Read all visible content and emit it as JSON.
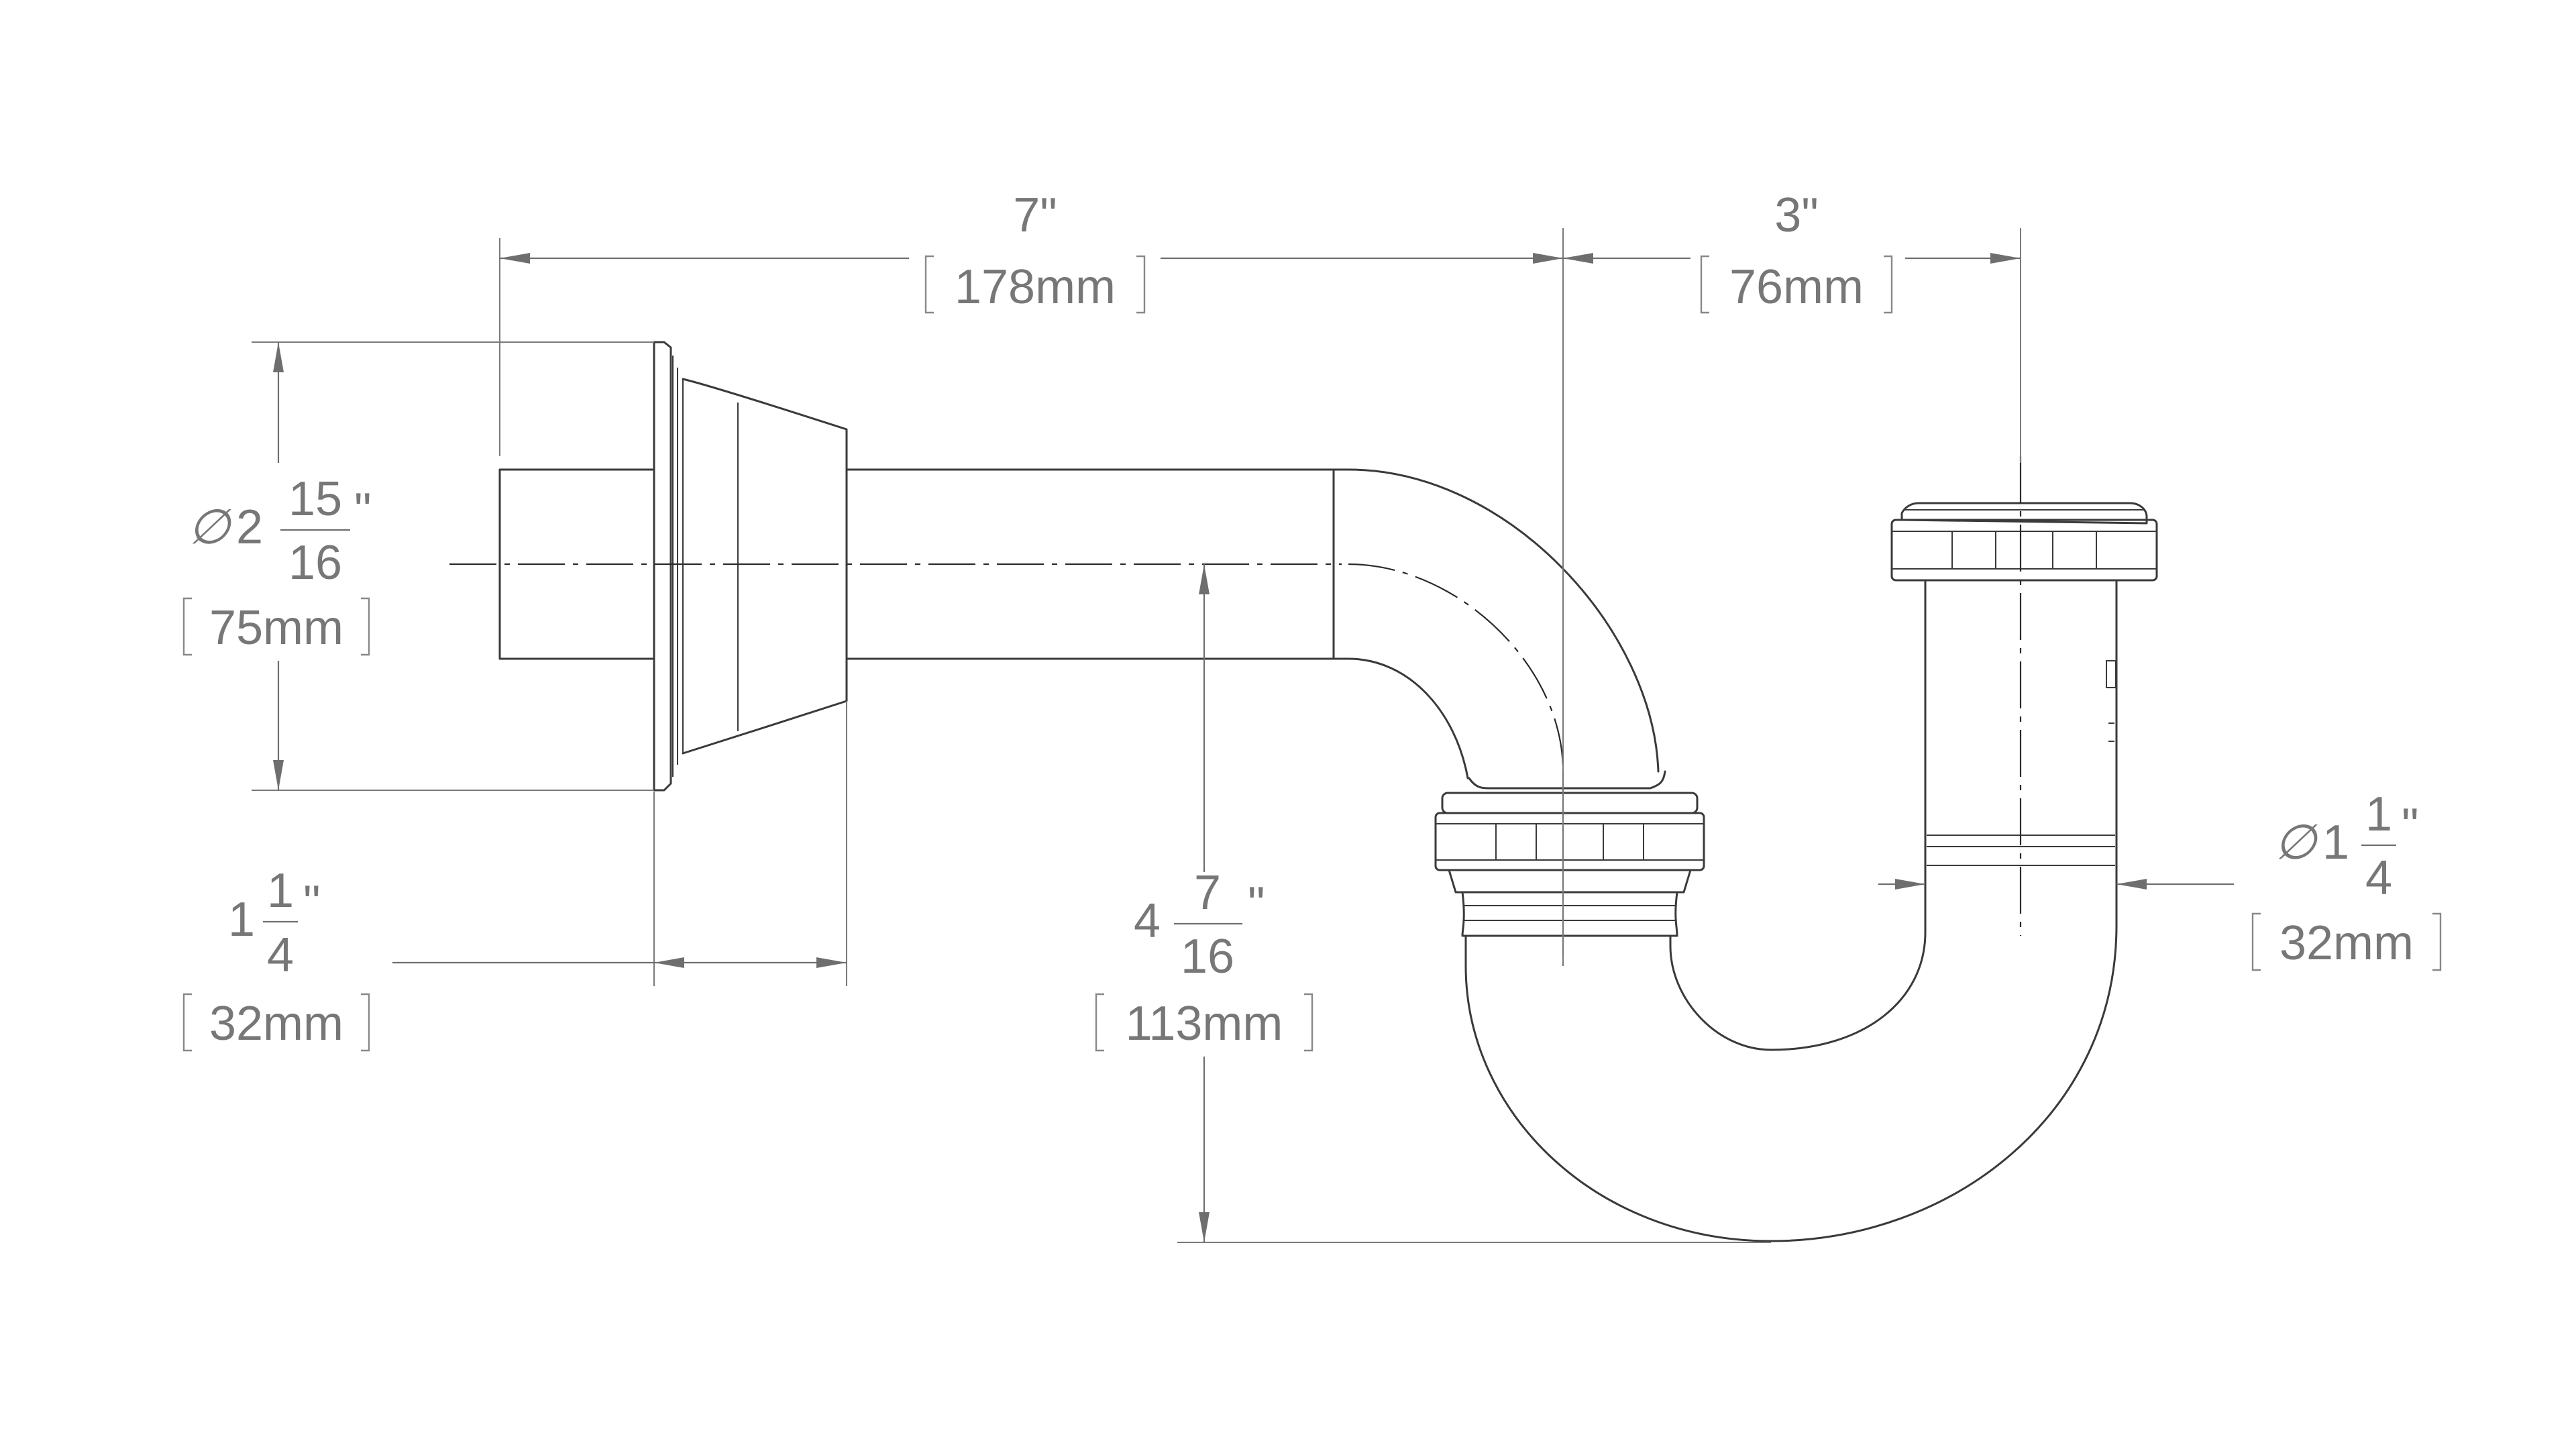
{
  "dimensions": {
    "top_left": {
      "inches": "7\"",
      "mm": "178mm"
    },
    "top_right": {
      "inches": "3\"",
      "mm": "76mm"
    },
    "flange_diameter": {
      "symbol": "∅",
      "whole": "2",
      "numerator": "15",
      "denominator": "16",
      "unit": "\"",
      "mm": "75mm"
    },
    "flange_depth": {
      "whole": "1",
      "numerator": "1",
      "denominator": "4",
      "unit": "\"",
      "mm": "32mm"
    },
    "drop_height": {
      "whole": "4",
      "numerator": "7",
      "denominator": "16",
      "unit": "\"",
      "mm": "113mm"
    },
    "tailpiece_diameter": {
      "symbol": "∅",
      "whole": "1",
      "numerator": "1",
      "denominator": "4",
      "unit": "\"",
      "mm": "32mm"
    }
  }
}
